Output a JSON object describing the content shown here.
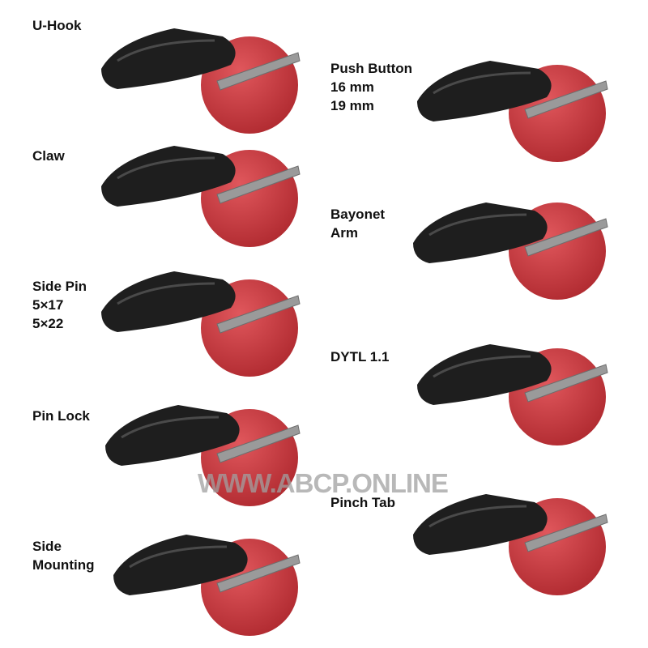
{
  "adapters": [
    {
      "lines": [
        "U-Hook"
      ]
    },
    {
      "lines": [
        "Claw"
      ]
    },
    {
      "lines": [
        "Side Pin",
        "5×17",
        "5×22"
      ]
    },
    {
      "lines": [
        "Pin Lock"
      ]
    },
    {
      "lines": [
        "Side",
        "Mounting"
      ]
    },
    {
      "lines": [
        "Push Button",
        "16 mm",
        "19 mm"
      ]
    },
    {
      "lines": [
        "Bayonet",
        "Arm"
      ]
    },
    {
      "lines": [
        "DYTL 1.1"
      ]
    },
    {
      "lines": [
        "Pinch Tab"
      ]
    }
  ],
  "watermark": "WWW.ABCP.ONLINE",
  "colors": {
    "circle": "#c8353b",
    "blade": "#1e1e1e",
    "arm": "#9a9a9a"
  }
}
